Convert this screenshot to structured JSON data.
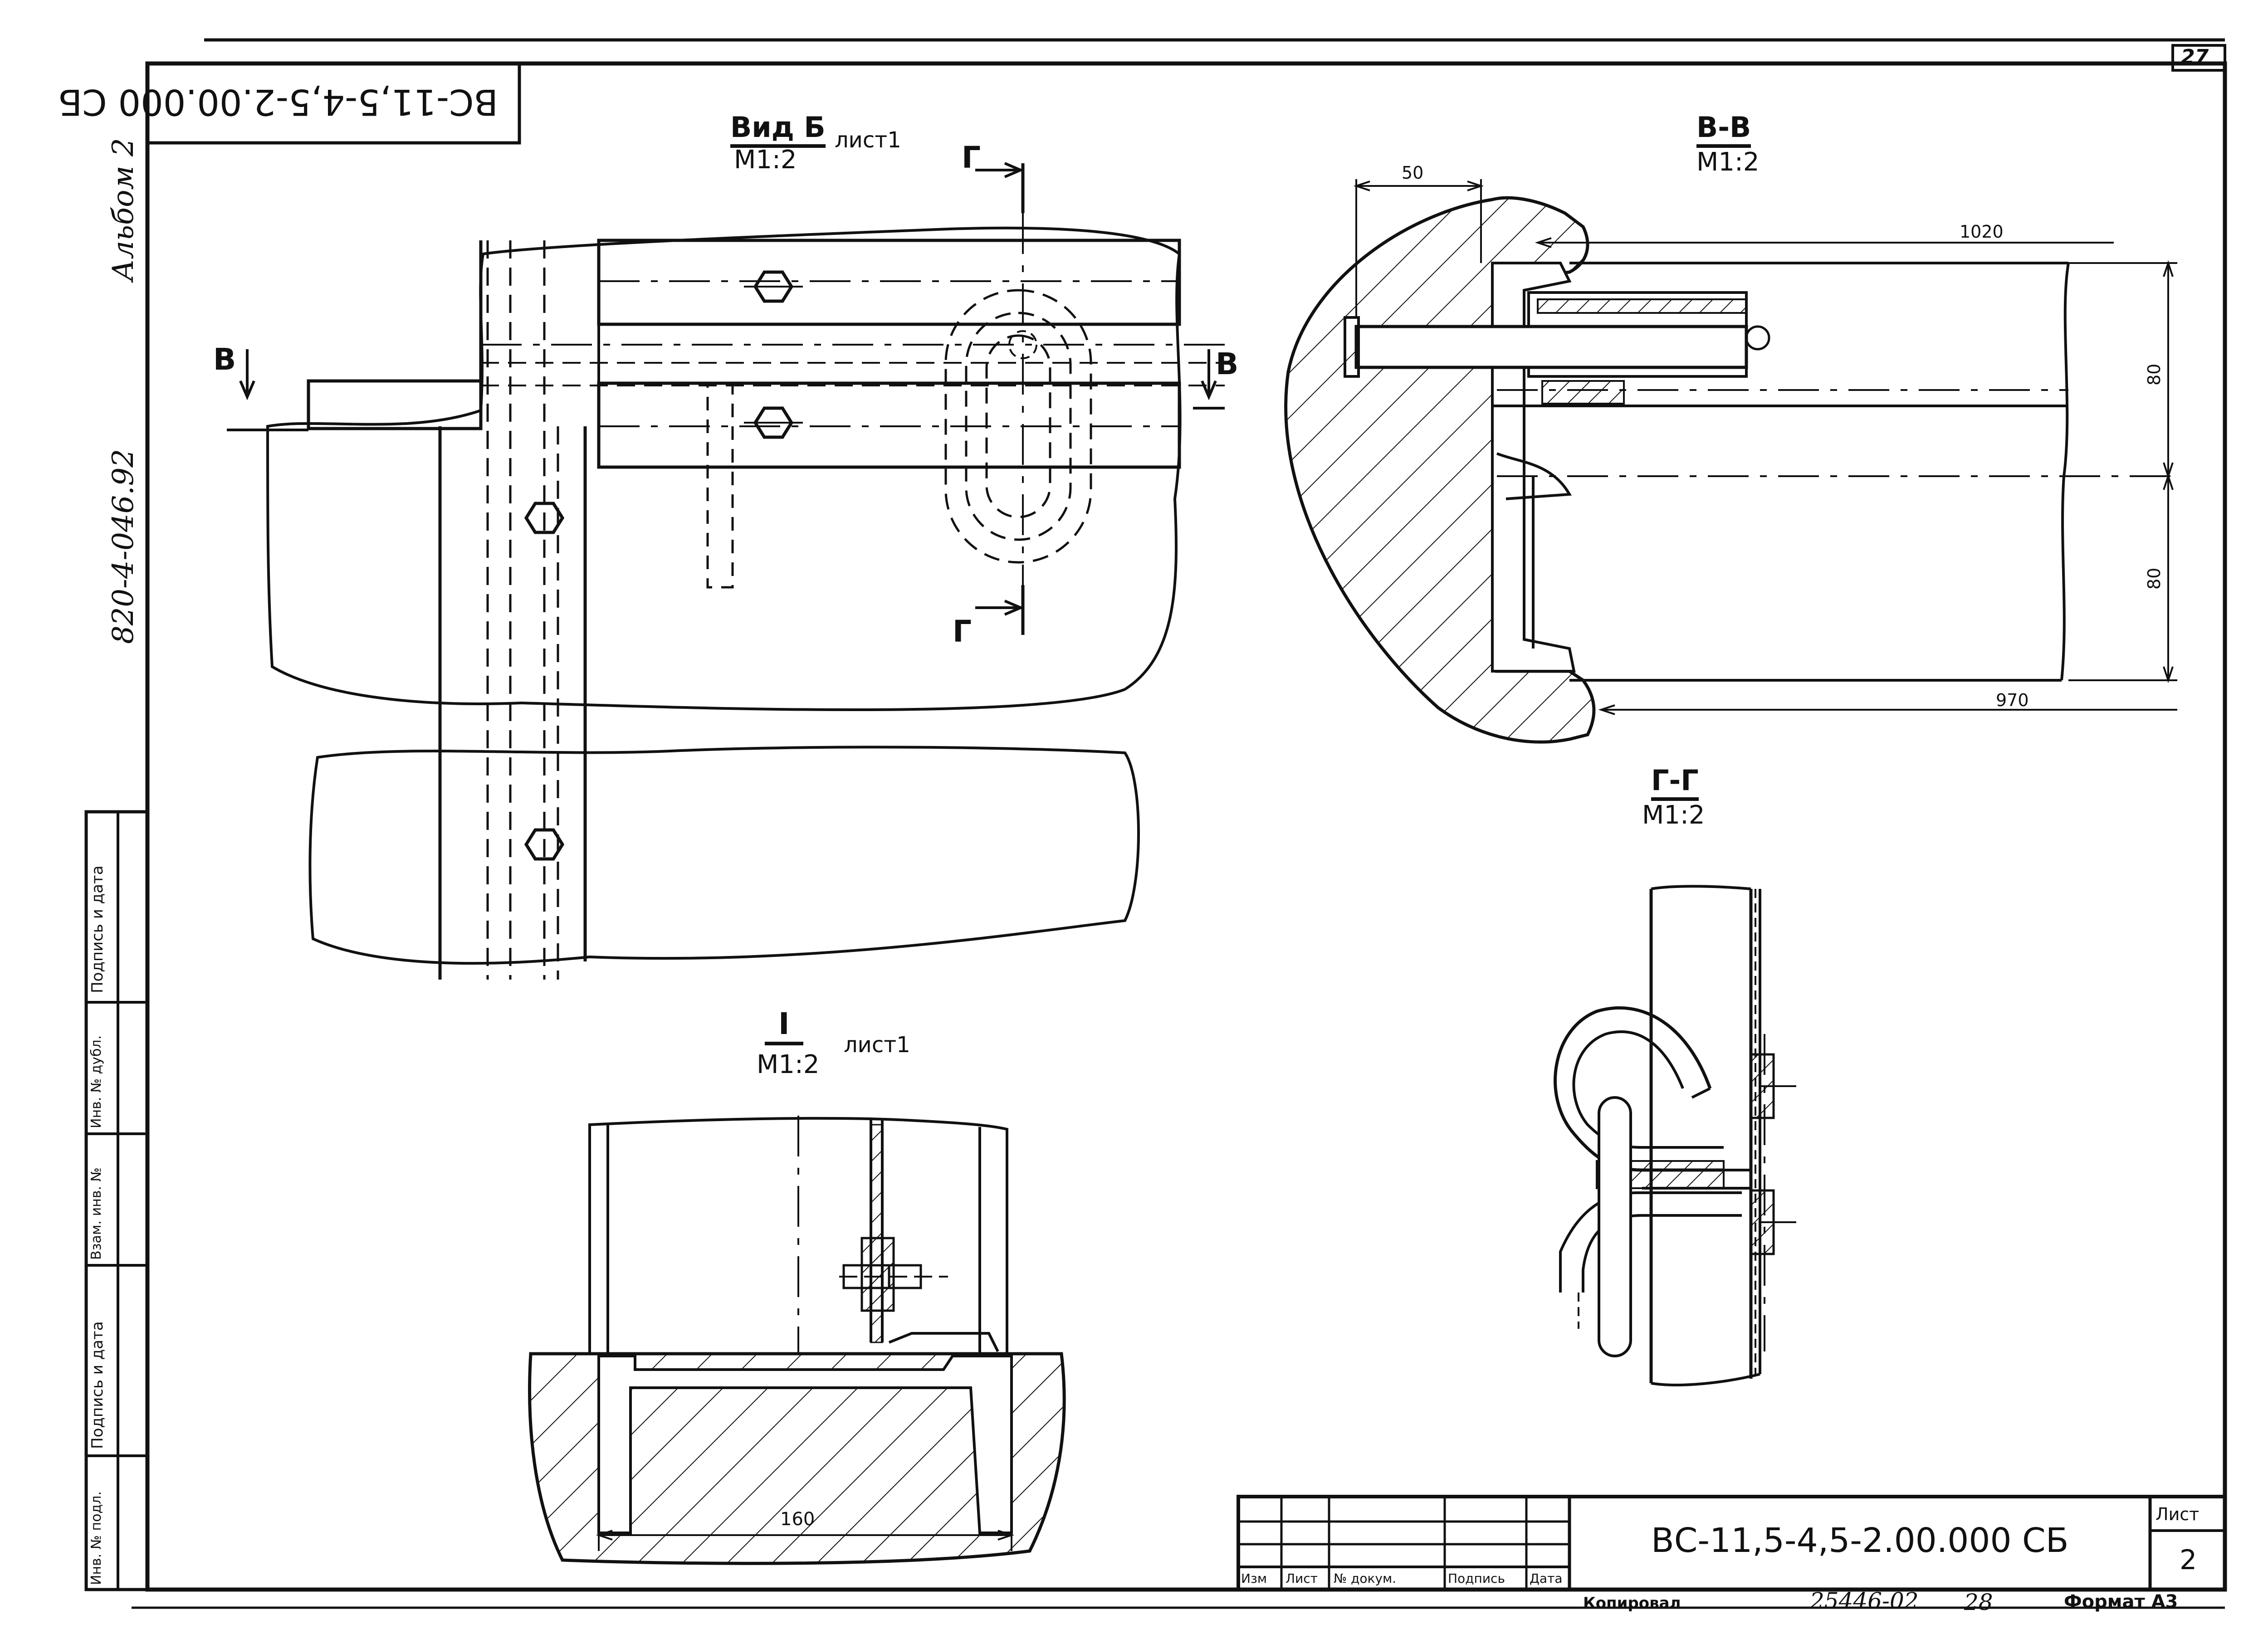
{
  "sheet": {
    "page_number_corner": "27",
    "designation_stamp_inverted": "ВС-11,5-4,5-2.00.000 СБ",
    "album_note": "Альбом 2",
    "archive_number": "820-4-046.92",
    "side_stamp": [
      "Подпись и дата",
      "Инв. № дубл.",
      "Взам. инв. №",
      "Подпись и дата",
      "Инв. № подл."
    ]
  },
  "views": {
    "vid_b": {
      "title": "Вид Б",
      "scale": "М1:2",
      "sheet_ref": "лист1",
      "section_mark_g": "Г",
      "section_mark_v": "В"
    },
    "section_vv": {
      "title": "В-В",
      "scale": "М1:2",
      "dims": [
        "50",
        "1020",
        "80",
        "80",
        "970"
      ]
    },
    "section_gg": {
      "title": "Г-Г",
      "scale": "М1:2"
    },
    "detail_i": {
      "title": "I",
      "scale": "М1:2",
      "sheet_ref": "лист1",
      "dim": "160"
    }
  },
  "title_block": {
    "cols": [
      "Изм",
      "Лист",
      "№ докум.",
      "Подпись",
      "Дата"
    ],
    "designation": "ВС-11,5-4,5-2.00.000 СБ",
    "sheet_label": "Лист",
    "sheet_no": "2",
    "copied": "Копировал",
    "order_no": "25446-02",
    "extra_no": "28",
    "format": "Формат А3"
  }
}
